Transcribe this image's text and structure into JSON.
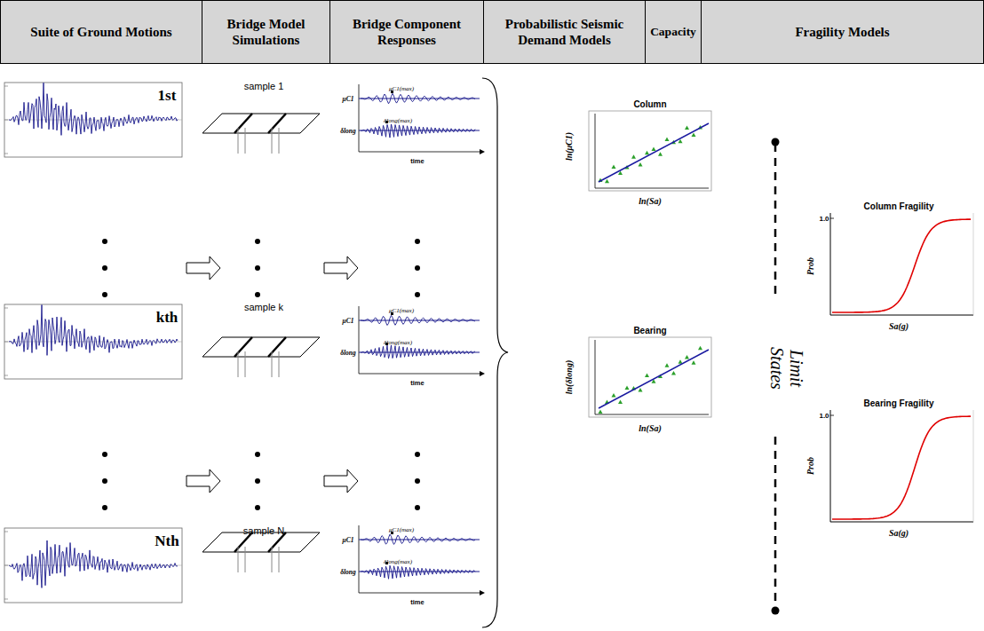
{
  "diagram": {
    "nodes": [
      {
        "text": [
          "Suite of Ground Motions"
        ]
      },
      {
        "text": [
          "Bridge Model Simulations"
        ]
      },
      {
        "text": [
          "Bridge Component Responses"
        ]
      },
      {
        "text": [
          "Probabilistic Seismic Demand Models"
        ]
      },
      {
        "text": [
          "Capacity"
        ]
      },
      {
        "text": [
          "Fragility Models"
        ]
      }
    ],
    "labels": [
      "1st",
      "sample 1",
      "kth",
      "sample k",
      "Nth",
      "sample N",
      "μC1",
      "μC1(max)",
      "δlong",
      "δlong(max)",
      "time",
      "μC1",
      "μC1(max)",
      "δlong",
      "δlong(max)",
      "time",
      "μC1",
      "μC1(max)",
      "δlong",
      "δlong(max)",
      "time",
      "Column",
      "ln(μC1)",
      "ln(Sa)",
      "Bearing",
      "ln(δlong)",
      "ln(Sa)",
      "Limit States",
      "Column Fragility",
      "1.0",
      "Prob",
      "Sa(g)",
      "Bearing Fragility",
      "1.0",
      "Prob",
      "Sa(g)"
    ]
  }
}
